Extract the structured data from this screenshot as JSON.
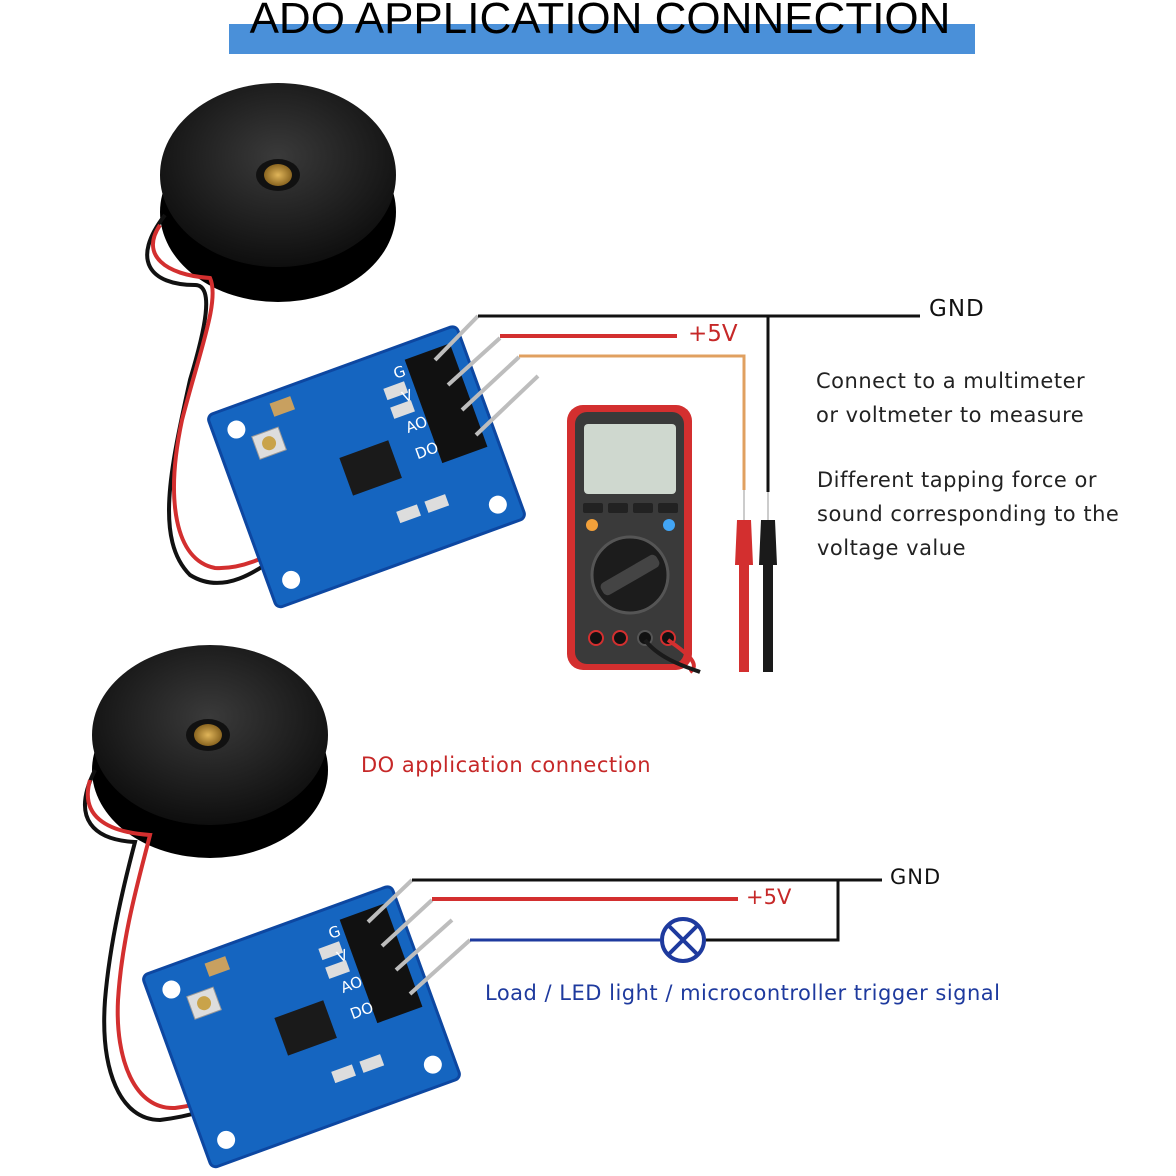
{
  "title": "ADO APPLICATION CONNECTION",
  "colors": {
    "title_bar": "#4a90d9",
    "wire_gnd": "#111111",
    "wire_vcc": "#d32f2f",
    "wire_ao": "#e0a060",
    "wire_signal": "#1e3a9e",
    "pcb": "#1565c0",
    "multimeter": "#d32f2f",
    "red_label": "#c62828",
    "blue_label": "#1e3a9e"
  },
  "ao_section": {
    "gnd_label": "GND",
    "vcc_label": "+5V",
    "note_1": [
      "Connect to a multimeter",
      "or voltmeter to measure"
    ],
    "note_2": [
      "Different tapping force or",
      "sound corresponding to the",
      "voltage value"
    ]
  },
  "do_section": {
    "heading": "DO application connection",
    "gnd_label": "GND",
    "vcc_label": "+5V",
    "signal_label": "Load / LED light / microcontroller trigger signal"
  },
  "module": {
    "pin_labels": [
      "G",
      "V",
      "AO",
      "DO"
    ]
  }
}
